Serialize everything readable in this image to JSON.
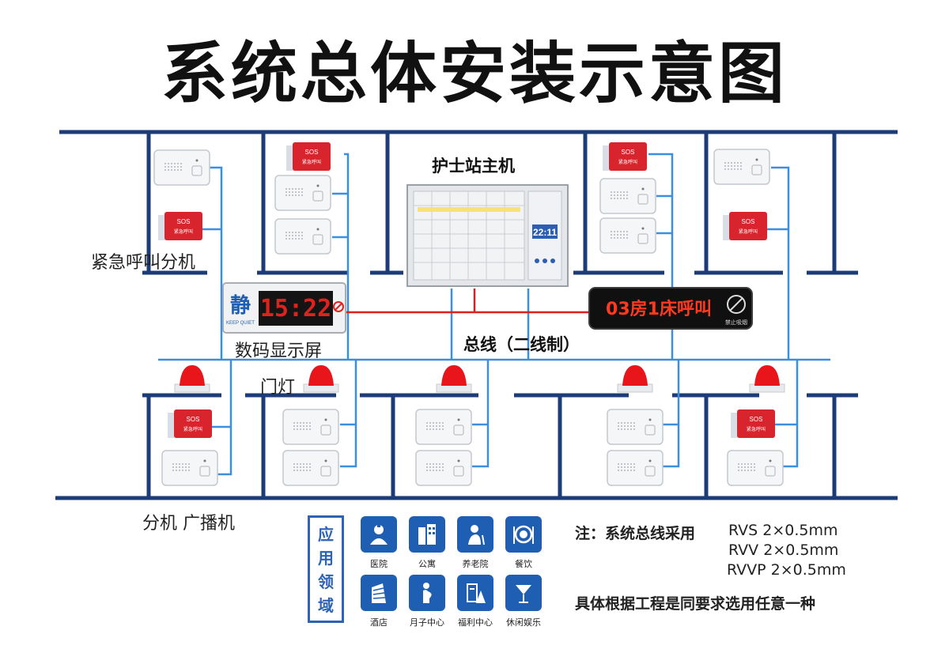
{
  "title": "系统总体安装示意图",
  "labels": {
    "nurse_station": "护士站主机",
    "emergency_unit": "紧急呼叫分机",
    "digital_display": "数码显示屏",
    "bus": "总线（二线制）",
    "door_light": "门灯",
    "extension_broadcast": "分机 广播机"
  },
  "display": {
    "mark": "静",
    "mark_sub": "KEEP QUIET",
    "time": "15:22",
    "led_text": "03房1床呼叫",
    "led_sign": "禁止吸烟"
  },
  "device": {
    "sos_text": "SOS",
    "sos_sub": "紧急呼叫",
    "host_clock": "22:11"
  },
  "legend": {
    "title_chars": [
      "应",
      "用",
      "领",
      "域"
    ],
    "items": [
      {
        "label": "医院",
        "icon": "doctor-icon"
      },
      {
        "label": "公寓",
        "icon": "apartment-icon"
      },
      {
        "label": "养老院",
        "icon": "elderly-icon"
      },
      {
        "label": "餐饮",
        "icon": "dining-icon"
      },
      {
        "label": "酒店",
        "icon": "hotel-icon"
      },
      {
        "label": "月子中心",
        "icon": "maternity-icon"
      },
      {
        "label": "福利中心",
        "icon": "welfare-icon"
      },
      {
        "label": "休闲娱乐",
        "icon": "cocktail-icon"
      }
    ]
  },
  "notes": {
    "prefix": "注：系统总线采用",
    "specs": [
      "RVS  2×0.5mm",
      "RVV  2×0.5mm",
      "RVVP  2×0.5mm"
    ],
    "footer": "具体根据工程是同要求选用任意一种"
  },
  "colors": {
    "wall": "#1c3c78",
    "wire": "#3b8fe0",
    "bus_wire": "#e0201e",
    "legend_blue": "#1f5fb3"
  }
}
